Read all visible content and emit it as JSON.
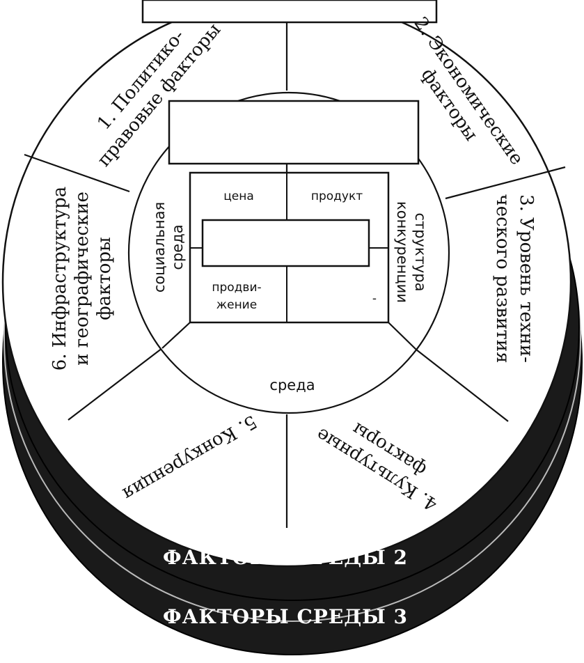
{
  "outer_sectors": {
    "s1": [
      "1. Политико-",
      "правовые факторы"
    ],
    "s2": [
      "2. Экономические",
      "факторы"
    ],
    "s3": [
      "3. Уровень техни-",
      "ческого развития"
    ],
    "s4": [
      "4. Культурные",
      "факторы"
    ],
    "s5": [
      "5. Конкуренция"
    ],
    "s6": [
      "6. Инфраструктура",
      "и географические",
      "факторы"
    ]
  },
  "inner_environment": {
    "social": [
      "социальная",
      "среда"
    ],
    "competition": [
      "структура",
      "конкуренции"
    ],
    "bottom": "среда"
  },
  "marketing_mix": {
    "price": "цена",
    "product": "продукт",
    "promotion": [
      "продви-",
      "жение"
    ],
    "place": "-"
  },
  "rings": {
    "ring2": "ФАКТОРЫ СРЕДЫ 2",
    "ring3": "ФАКТОРЫ СРЕДЫ 3"
  },
  "colors": {
    "line": "#111111",
    "ring_fill": "#1a1a1a",
    "background": "#ffffff"
  }
}
